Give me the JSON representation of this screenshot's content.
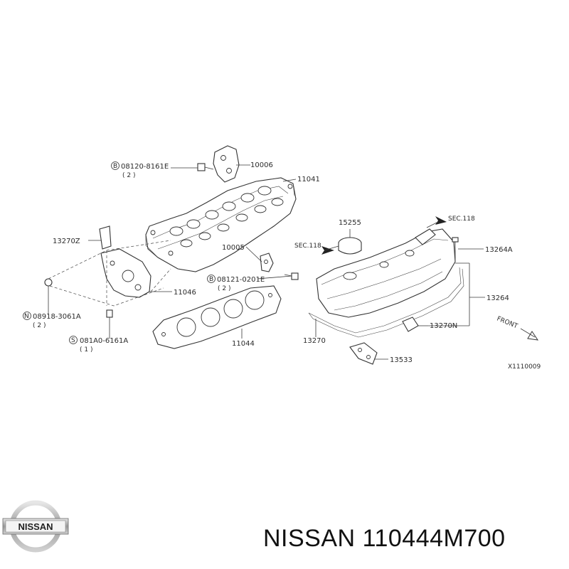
{
  "labels": {
    "p10006": "10006",
    "p11041": "11041",
    "p08120": "08120-8161E",
    "p08120_qty": "( 2 )",
    "p08120_prefix": "B",
    "p13270z": "13270Z",
    "p10005": "10005",
    "p08121": "08121-0201E",
    "p08121_qty": "( 2 )",
    "p08121_prefix": "B",
    "p11046": "11046",
    "p08918": "08918-3061A",
    "p08918_qty": "( 2 )",
    "p08918_prefix": "N",
    "p081a0": "081A0-6161A",
    "p081a0_qty": "( 1 )",
    "p081a0_prefix": "S",
    "p11044": "11044",
    "p15255": "15255",
    "sec118_left": "SEC.118",
    "sec118_right": "SEC.118",
    "p13264a": "13264A",
    "p13264": "13264",
    "p13270n": "13270N",
    "p13270": "13270",
    "p13533": "13533",
    "front": "FRONT",
    "diagram_id": "X1110009"
  },
  "footer": {
    "brand": "NISSAN",
    "part_number": "110444M700",
    "logo_text": "NISSAN"
  },
  "colors": {
    "ink": "#333333",
    "logo_silver": "#b8b8b8"
  }
}
